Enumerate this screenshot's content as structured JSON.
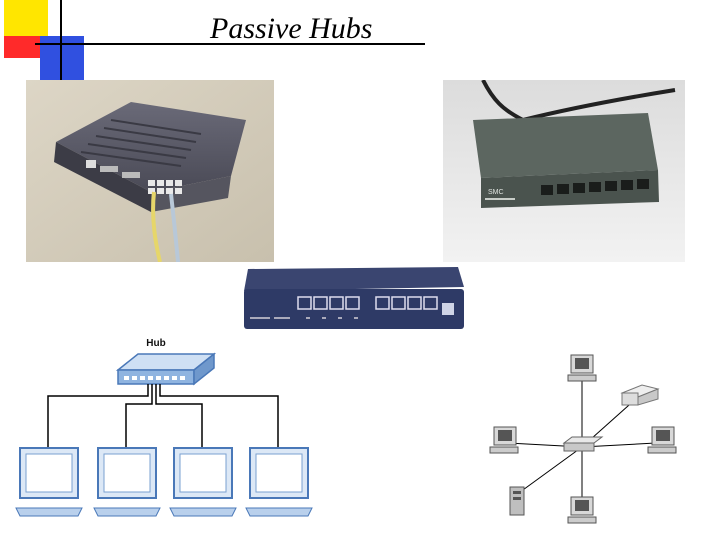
{
  "slide": {
    "title": "Passive Hubs"
  },
  "photos": {
    "top_left": {
      "kind": "hub-photo"
    },
    "top_right": {
      "kind": "switch-photo",
      "brand_label": "SMC"
    },
    "middle": {
      "kind": "hub-photo"
    }
  },
  "bus_diagram": {
    "hub_label": "Hub",
    "computers": 4
  },
  "star_diagram": {
    "center": "hub",
    "nodes": 6
  },
  "colors": {
    "title_yellow": "#ffe600",
    "title_red": "#ff2a2a",
    "title_blue": "#3050e0"
  }
}
